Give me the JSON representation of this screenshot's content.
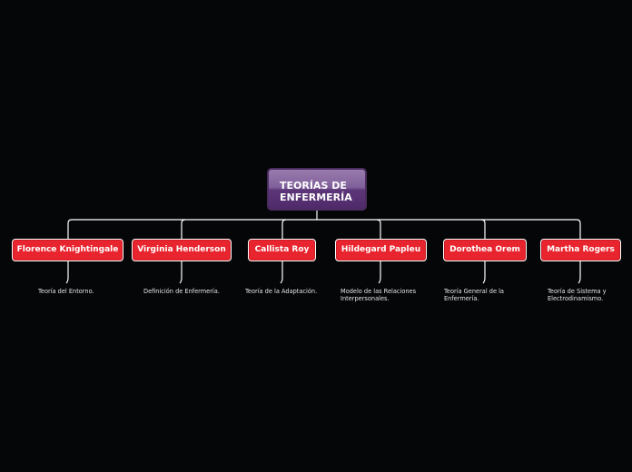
{
  "root": {
    "title": "TEORÍAS DE\nENFERMERÍA"
  },
  "branches": [
    {
      "label": "Florence Knightingale",
      "leaf": "Teoría del Entorno."
    },
    {
      "label": "Virginia Henderson",
      "leaf": "Definición de Enfermería."
    },
    {
      "label": "Callista Roy",
      "leaf": "Teoría de la Adaptación."
    },
    {
      "label": "Hildegard Papleu",
      "leaf": "Modelo de las Relaciones\nInterpersonales."
    },
    {
      "label": "Dorothea Orem",
      "leaf": "Teoría General de la\nEnfermería."
    },
    {
      "label": "Martha Rogers",
      "leaf": "Teoría de Sistema y\nElectrodinamismo."
    }
  ],
  "colors": {
    "background": "#050608",
    "root_fill": "#5d3679",
    "branch_fill": "#e8242e",
    "connector": "#ffffff",
    "text": "#ffffff"
  }
}
